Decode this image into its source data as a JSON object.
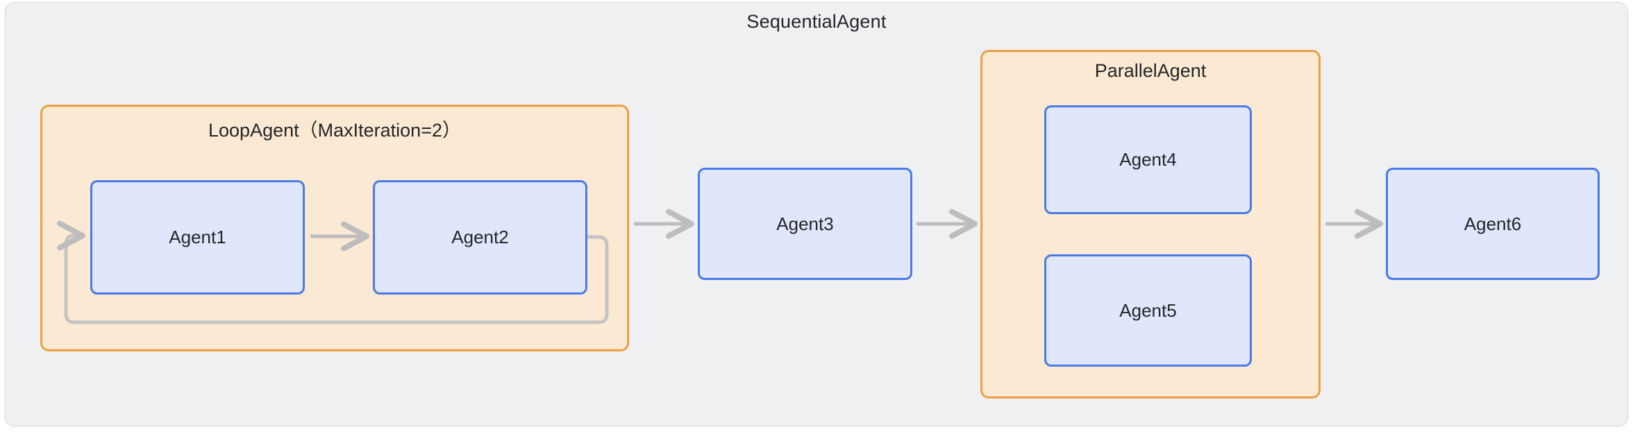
{
  "diagram": {
    "type": "flowchart",
    "title": "SequentialAgent",
    "containers": [
      {
        "id": "sequential",
        "label": "SequentialAgent",
        "kind": "sequential"
      },
      {
        "id": "loop",
        "label": "LoopAgent（MaxIteration=2）",
        "kind": "loop"
      },
      {
        "id": "parallel",
        "label": "ParallelAgent",
        "kind": "parallel"
      }
    ],
    "nodes": [
      {
        "id": "agent1",
        "label": "Agent1",
        "parent": "loop"
      },
      {
        "id": "agent2",
        "label": "Agent2",
        "parent": "loop"
      },
      {
        "id": "agent3",
        "label": "Agent3",
        "parent": "sequential"
      },
      {
        "id": "agent4",
        "label": "Agent4",
        "parent": "parallel"
      },
      {
        "id": "agent5",
        "label": "Agent5",
        "parent": "parallel"
      },
      {
        "id": "agent6",
        "label": "Agent6",
        "parent": "sequential"
      }
    ],
    "edges": [
      {
        "from": "agent1",
        "to": "agent2",
        "style": "arrow"
      },
      {
        "from": "agent2",
        "to": "agent1",
        "style": "loop-back"
      },
      {
        "from": "loop",
        "to": "agent3",
        "style": "arrow"
      },
      {
        "from": "agent3",
        "to": "parallel",
        "style": "arrow"
      },
      {
        "from": "parallel",
        "to": "agent6",
        "style": "arrow"
      }
    ],
    "colors": {
      "outer_fill": "#eff0f2",
      "outer_border": "#d7d9de",
      "group_fill": "#fce9d3",
      "group_border": "#eda043",
      "node_fill": "#e0e7fc",
      "node_border": "#4a7ae8",
      "edge": "#bdbdbd",
      "text": "#232629"
    }
  }
}
